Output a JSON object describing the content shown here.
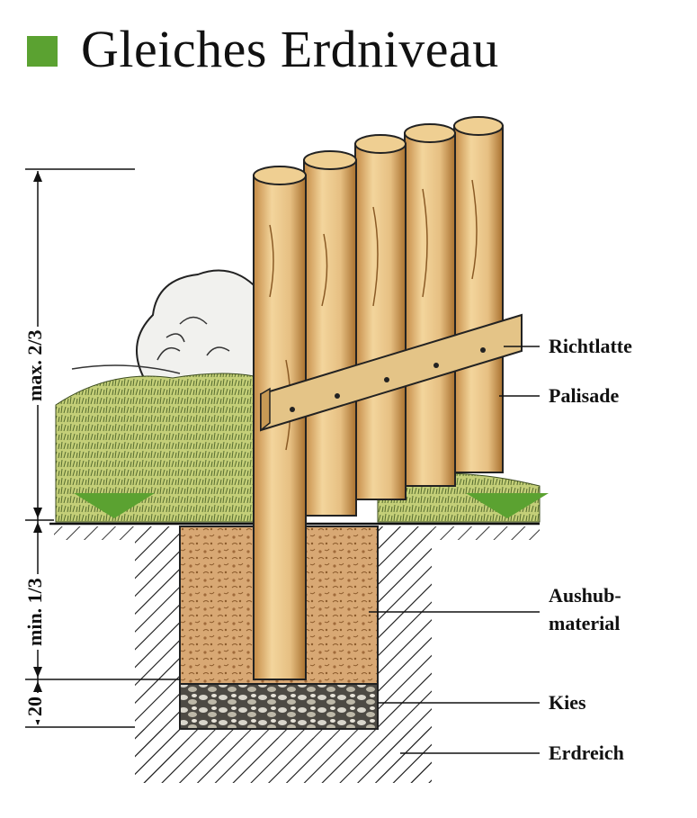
{
  "title": "Gleiches Erdniveau",
  "colors": {
    "accent_green": "#5ba231",
    "wood": "#e6bf82",
    "wood_dark": "#b27c3a",
    "soil": "#c99360",
    "grass": "#b6c46a",
    "gravel": "#6d6a60"
  },
  "labels": {
    "richtlatte": "Richtlatte",
    "palisade": "Palisade",
    "aushub_line1": "Aushub-",
    "aushub_line2": "material",
    "kies": "Kies",
    "erdreich": "Erdreich"
  },
  "dimensions": {
    "above": "max. 2/3",
    "below": "min. 1/3",
    "gravel": "20"
  }
}
